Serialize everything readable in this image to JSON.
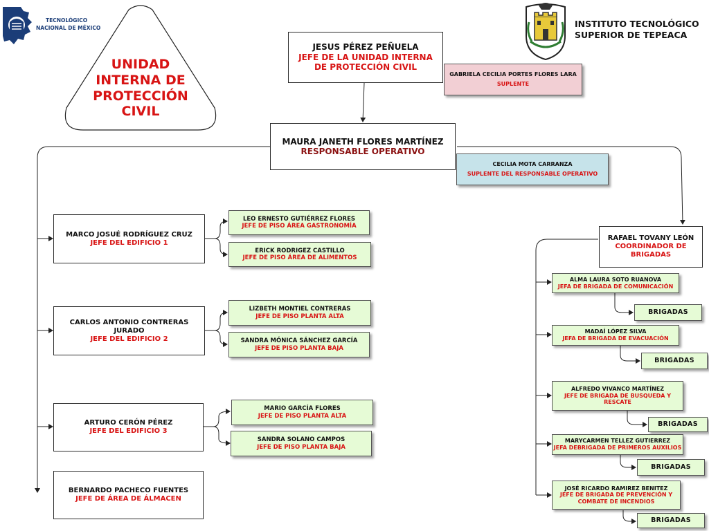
{
  "header": {
    "tecnm_logo_line1": "TECNOLÓGICO",
    "tecnm_logo_line2": "NACIONAL DE MÉXICO",
    "institute_line1": "INSTITUTO TECNOLÓGICO",
    "institute_line2": "SUPERIOR DE TEPEACA"
  },
  "title": {
    "line1": "UNIDAD",
    "line2": "INTERNA DE",
    "line3": "PROTECCIÓN",
    "line4": "CIVIL"
  },
  "chief": {
    "name": "JESUS PÉREZ PEÑUELA",
    "role_line1": "JEFE DE LA UNIDAD INTERNA",
    "role_line2": "DE PROTECCIÓN CIVIL"
  },
  "chief_substitute": {
    "name": "GABRIELA CECILIA PORTES FLORES LARA",
    "role": "SUPLENTE"
  },
  "operative": {
    "name": "MAURA JANETH FLORES MARTÍNEZ",
    "role": "RESPONSABLE OPERATIVO"
  },
  "operative_substitute": {
    "name": "CECILIA MOTA CARRANZA",
    "role": "SUPLENTE DEL RESPONSABLE OPERATIVO"
  },
  "buildings": [
    {
      "name": "MARCO JOSUÉ RODRÍGUEZ CRUZ",
      "role": "JEFE DEL EDIFICIO 1",
      "floors": [
        {
          "name": "LEO ERNESTO GUTIÉRREZ FLORES",
          "role": "JEFE DE PISO ÁREA GASTRONOMÍA"
        },
        {
          "name": "ERICK RODRIGEZ CASTILLO",
          "role": "JEFE DE PISO ÁREA DE ALIMENTOS"
        }
      ]
    },
    {
      "name_line1": "CARLOS ANTONIO CONTRERAS",
      "name_line2": "JURADO",
      "role": "JEFE DEL EDIFICIO 2",
      "floors": [
        {
          "name": "LIZBETH MONTIEL CONTRERAS",
          "role": "JEFE DE PISO PLANTA ALTA"
        },
        {
          "name": "SANDRA MÓNICA SÁNCHEZ GARCÍA",
          "role": "JEFE DE PISO PLANTA BAJA"
        }
      ]
    },
    {
      "name": "ARTURO CERÓN PÉREZ",
      "role": "JEFE DEL EDIFICIO 3",
      "floors": [
        {
          "name": "MARIO GARCÍA FLORES",
          "role": "JEFE DE PISO PLANTA ALTA"
        },
        {
          "name": "SANDRA SOLANO CAMPOS",
          "role": "JEFE DE PISO PLANTA BAJA"
        }
      ]
    }
  ],
  "warehouse": {
    "name": "BERNARDO PACHECO FUENTES",
    "role": "JEFE DE ÁREA DE ÁLMACEN"
  },
  "coordinator": {
    "name": "RAFAEL TOVANY LEÓN",
    "role_line1": "COORDINADOR DE",
    "role_line2": "BRIGADAS"
  },
  "brigade_leads": [
    {
      "name": "ALMA LAURA SOTO RUANOVA",
      "role": "JEFA DE BRIGADA DE COMUNICACIÓN"
    },
    {
      "name": "MADAÍ LÓPEZ SILVA",
      "role": "JEFA DE BRIGADA DE EVACUACIÓN"
    },
    {
      "name": "ALFREDO VIVANCO MARTÍNEZ",
      "role_line1": "JEFE DE BRIGADA DE BUSQUEDA Y",
      "role_line2": "RESCATE"
    },
    {
      "name": "MARYCARMEN TELLEZ GUTIERREZ",
      "role": "JEFA DEBRIGADA DE PRIMEROS AUXILIOS"
    },
    {
      "name": "JOSÉ RICARDO RAMIREZ BENITEZ",
      "role_line1": "JEFE DE BRIGADA DE PREVENCIÓN Y",
      "role_line2": "COMBATE DE INCENDIOS"
    }
  ],
  "brigades_label": "BRIGADAS",
  "colors": {
    "red": "#d81414",
    "dark_red": "#8b1111",
    "green_fill": "#e6fbd6",
    "pink_fill": "#f2cfd4",
    "blue_fill": "#c6e3ea",
    "logo_blue": "#1b3d78"
  }
}
